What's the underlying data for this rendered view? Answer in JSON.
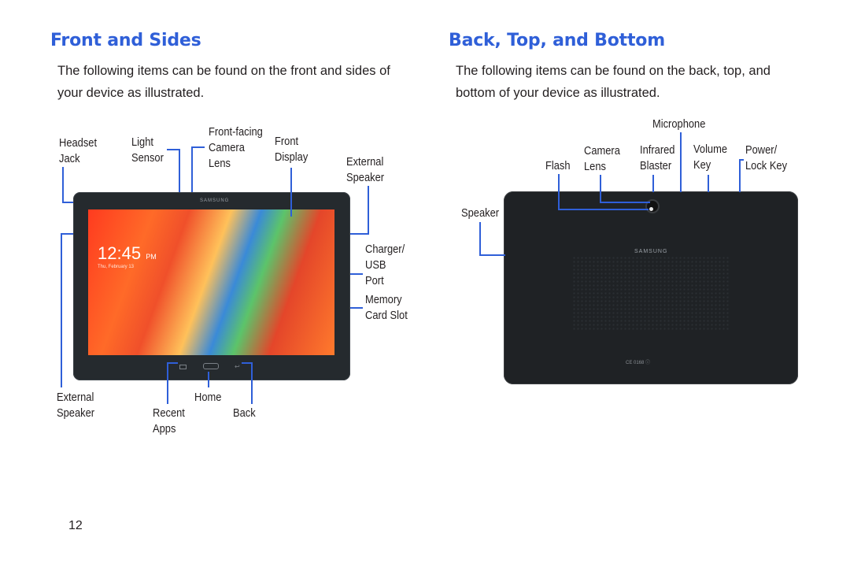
{
  "front": {
    "heading": "Front and Sides",
    "intro": "The following items can be found on the front and sides of your device as illustrated.",
    "labels": {
      "headset_jack": [
        "Headset",
        "Jack"
      ],
      "light_sensor": [
        "Light",
        "Sensor"
      ],
      "front_camera": [
        "Front-facing",
        "Camera",
        "Lens"
      ],
      "front_display": [
        "Front",
        "Display"
      ],
      "external_speaker_top": [
        "External",
        "Speaker"
      ],
      "charger_usb": [
        "Charger/",
        "USB",
        "Port"
      ],
      "memory_card": [
        "Memory",
        "Card Slot"
      ],
      "external_speaker_bottom": [
        "External",
        "Speaker"
      ],
      "home": "Home",
      "recent_apps": [
        "Recent",
        "Apps"
      ],
      "back": "Back"
    },
    "screen": {
      "time": "12:45",
      "ampm": "PM",
      "date": "Thu, February 13",
      "brand": "SAMSUNG"
    }
  },
  "back_side": {
    "heading": "Back, Top, and Bottom",
    "intro": "The following items can be found on the back, top, and bottom of your device as illustrated.",
    "labels": {
      "microphone": "Microphone",
      "camera_lens": [
        "Camera",
        "Lens"
      ],
      "flash": "Flash",
      "infrared_blaster": [
        "Infrared",
        "Blaster"
      ],
      "volume_key": [
        "Volume",
        "Key"
      ],
      "power_lock": [
        "Power/",
        "Lock Key"
      ],
      "speaker": "Speaker"
    },
    "brand": "SAMSUNG",
    "reg_marks": "CE 0168 ⓘ"
  },
  "page_number": "12",
  "colors": {
    "heading": "#2f5fd8",
    "callout_line": "#2f5fd8",
    "tablet_body": "#252a2e"
  }
}
